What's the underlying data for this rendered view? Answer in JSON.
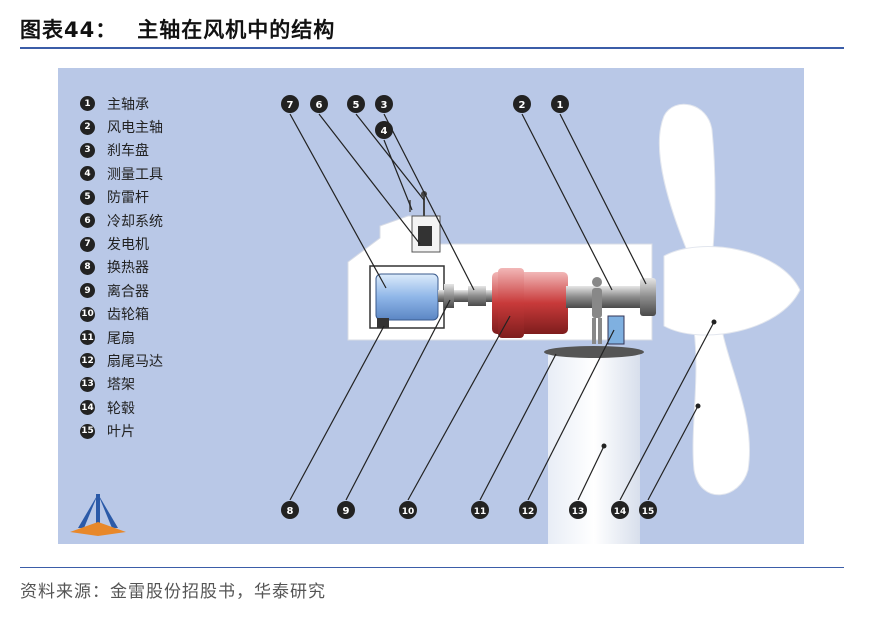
{
  "figure": {
    "number": "图表44：",
    "title": "主轴在风机中的结构"
  },
  "legend": [
    {
      "num": "1",
      "label": "主轴承"
    },
    {
      "num": "2",
      "label": "风电主轴"
    },
    {
      "num": "3",
      "label": "刹车盘"
    },
    {
      "num": "4",
      "label": "测量工具"
    },
    {
      "num": "5",
      "label": "防雷杆"
    },
    {
      "num": "6",
      "label": "冷却系统"
    },
    {
      "num": "7",
      "label": "发电机"
    },
    {
      "num": "8",
      "label": "换热器"
    },
    {
      "num": "9",
      "label": "离合器"
    },
    {
      "num": "10",
      "label": "齿轮箱"
    },
    {
      "num": "11",
      "label": "尾扇"
    },
    {
      "num": "12",
      "label": "扇尾马达"
    },
    {
      "num": "13",
      "label": "塔架"
    },
    {
      "num": "14",
      "label": "轮毂"
    },
    {
      "num": "15",
      "label": "叶片"
    }
  ],
  "callouts_top": [
    "7",
    "6",
    "5",
    "3",
    "4",
    "2",
    "1"
  ],
  "callouts_bottom": [
    "8",
    "9",
    "10",
    "11",
    "12",
    "13",
    "14",
    "15"
  ],
  "colors": {
    "panel_bg": "#b9c8e7",
    "title_rule": "#3b5da8",
    "generator": "#8fb6e8",
    "gearbox": "#c83a3a",
    "shaft": "#8c8c8c",
    "badge": "#222222"
  },
  "source": "资料来源：金雷股份招股书，华泰研究"
}
